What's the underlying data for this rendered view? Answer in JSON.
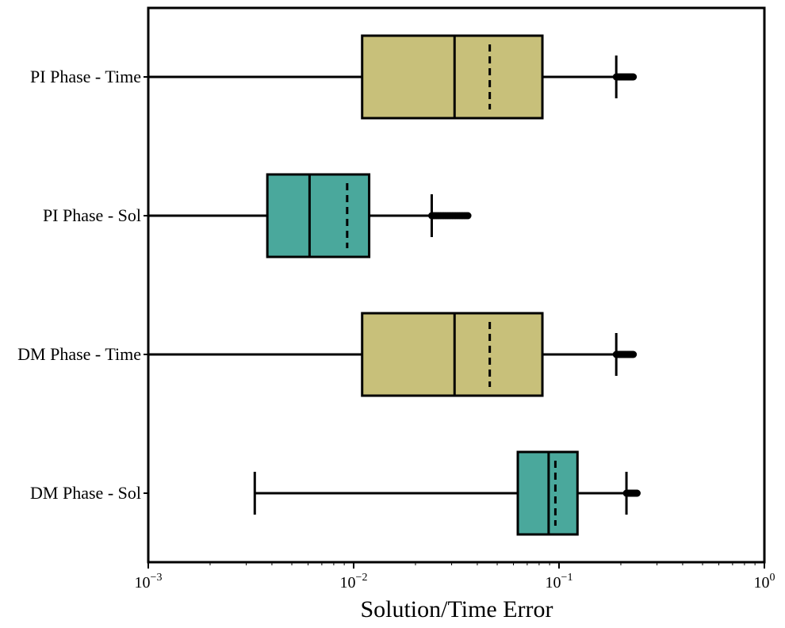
{
  "chart_data": {
    "type": "box",
    "orientation": "horizontal",
    "title": "",
    "xlabel": "Solution/Time Error",
    "ylabel": "",
    "xscale": "log",
    "xlim": [
      0.001,
      1
    ],
    "x_tick_labels": [
      {
        "base": "10",
        "exp": "−3",
        "value": 0.001
      },
      {
        "base": "10",
        "exp": "−2",
        "value": 0.01
      },
      {
        "base": "10",
        "exp": "−1",
        "value": 0.1
      },
      {
        "base": "10",
        "exp": "0",
        "value": 1
      }
    ],
    "grid": false,
    "legend": "none",
    "median_line": "solid",
    "mean_line": "dashed",
    "categories": [
      "PI Phase - Time",
      "PI Phase - Sol",
      "DM Phase - Time",
      "DM Phase - Sol"
    ],
    "boxes": [
      {
        "label": "PI Phase - Time",
        "color": "#c8c07a",
        "whisker_low": 0.001,
        "q1": 0.011,
        "median": 0.031,
        "mean": 0.046,
        "q3": 0.083,
        "whisker_high": 0.19,
        "outliers_range": [
          0.19,
          0.23
        ]
      },
      {
        "label": "PI Phase - Sol",
        "color": "#4aa89c",
        "whisker_low": 0.001,
        "q1": 0.0038,
        "median": 0.0061,
        "mean": 0.0093,
        "q3": 0.0119,
        "whisker_high": 0.024,
        "outliers_range": [
          0.024,
          0.036
        ]
      },
      {
        "label": "DM Phase - Time",
        "color": "#c8c07a",
        "whisker_low": 0.001,
        "q1": 0.011,
        "median": 0.031,
        "mean": 0.046,
        "q3": 0.083,
        "whisker_high": 0.19,
        "outliers_range": [
          0.19,
          0.23
        ]
      },
      {
        "label": "DM Phase - Sol",
        "color": "#4aa89c",
        "whisker_low": 0.0033,
        "q1": 0.063,
        "median": 0.089,
        "mean": 0.096,
        "q3": 0.123,
        "whisker_high": 0.213,
        "outliers_range": [
          0.213,
          0.24
        ]
      }
    ]
  }
}
